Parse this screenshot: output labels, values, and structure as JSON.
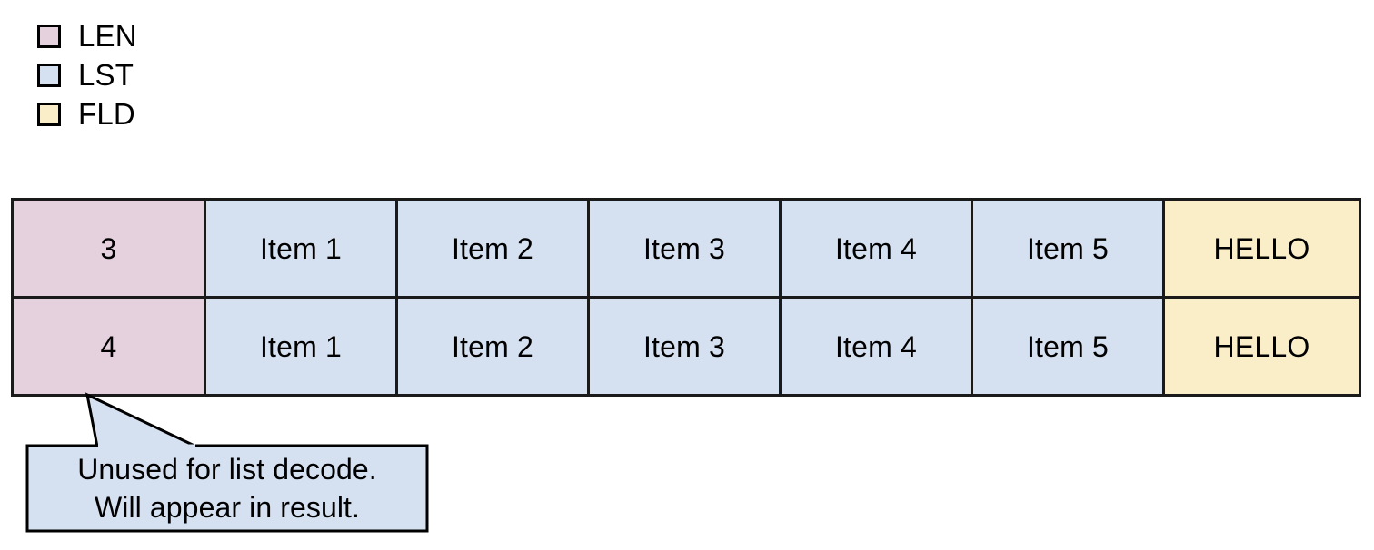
{
  "legend": {
    "items": [
      {
        "label": "LEN",
        "color": "#e5d0dd",
        "swatch_name": "legend-swatch-len"
      },
      {
        "label": "LST",
        "color": "#d5e1f1",
        "swatch_name": "legend-swatch-lst"
      },
      {
        "label": "FLD",
        "color": "#faeec9",
        "swatch_name": "legend-swatch-fld"
      }
    ]
  },
  "table": {
    "rows": [
      {
        "len": "3",
        "items": [
          "Item 1",
          "Item 2",
          "Item 3",
          "Item 4",
          "Item 5"
        ],
        "fld": "HELLO"
      },
      {
        "len": "4",
        "items": [
          "Item 1",
          "Item 2",
          "Item 3",
          "Item 4",
          "Item 5"
        ],
        "fld": "HELLO"
      }
    ]
  },
  "callout": {
    "line1": "Unused for list decode.",
    "line2": "Will appear in result.",
    "fill": "#d5e1f1",
    "stroke": "#000000"
  }
}
